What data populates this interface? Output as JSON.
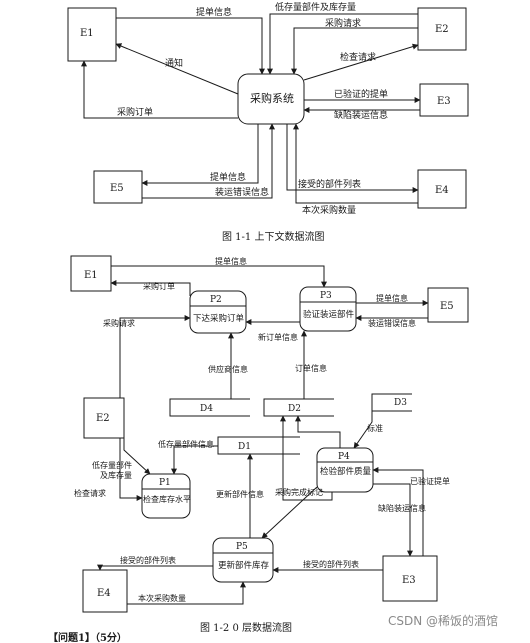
{
  "diagram1": {
    "caption": "图 1-1  上下文数据流图",
    "center": "采购系统",
    "entities": [
      "E1",
      "E2",
      "E3",
      "E4",
      "E5"
    ],
    "flows": {
      "bill_info_e1": "提单信息",
      "notify": "通知",
      "low_stock": "低存量部件及库存量",
      "purchase_request": "采购请求",
      "check_request": "检查请求",
      "purchase_order": "采购订单",
      "verified_bill": "已验证的提单",
      "defect_info": "缺陷装运信息",
      "bill_info_e5": "提单信息",
      "shipping_error": "装运错误信息",
      "accepted_parts": "接受的部件列表",
      "purchase_qty": "本次采购数量"
    }
  },
  "diagram2": {
    "caption": "图 1-2 0 层数据流图",
    "entities": [
      "E1",
      "E2",
      "E3",
      "E4",
      "E5"
    ],
    "processes": [
      {
        "id": "P1",
        "name": "检查库存水平"
      },
      {
        "id": "P2",
        "name": "下达采购订单"
      },
      {
        "id": "P3",
        "name": "验证装运部件"
      },
      {
        "id": "P4",
        "name": "检验部件质量"
      },
      {
        "id": "P5",
        "name": "更新部件库存"
      }
    ],
    "stores": [
      "D1",
      "D2",
      "D3",
      "D4"
    ],
    "flows": {
      "bill_info_top": "提单信息",
      "purchase_order": "采购订单",
      "purchase_request": "采购请求",
      "bill_info_e5": "提单信息",
      "shipping_error": "装运错误信息",
      "new_order": "新订单信息",
      "supplier": "供应商信息",
      "order_info": "订单信息",
      "low_stock_line1": "低存量部件信息",
      "low_stock_line2": "低存量部件",
      "low_stock_line3": "及库存量",
      "standard": "标准",
      "check_request": "检查请求",
      "update_parts": "更新部件信息",
      "purchase_done": "采购完成标记",
      "verified_bill": "已验证提单",
      "defect_info": "缺陷装运信息",
      "accepted_left": "接受的部件列表",
      "accepted_right": "接受的部件列表",
      "purchase_qty": "本次采购数量"
    }
  },
  "footer": {
    "question": "【问题1】（5分）",
    "watermark": "CSDN @稀饭的酒馆"
  }
}
